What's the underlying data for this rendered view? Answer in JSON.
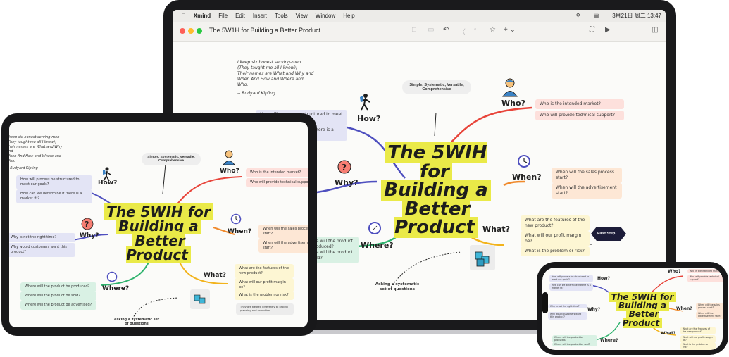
{
  "mac": {
    "menubar": {
      "app_name": "Xmind",
      "menus": [
        "File",
        "Edit",
        "Insert",
        "Tools",
        "View",
        "Window",
        "Help"
      ],
      "datetime": "3月21日 周二 13:47"
    },
    "window_title": "The 5W1H for Building a Better Product",
    "toolbar_add": "+"
  },
  "mindmap": {
    "central_title_lines": [
      "The 5WIH for",
      "Building a",
      "Better Product"
    ],
    "quote": {
      "lines": [
        "I keep six honest serving-men",
        "(They taught me all I knew);",
        "Their names are What and Why and",
        "When And How and Where and Who.",
        "",
        "-- Rudyard Kipling"
      ]
    },
    "floating_label": "Simple, Systematic, Versatile, Comprehensive",
    "systematic_label": "Asking a systematic set of questions",
    "branches": {
      "who": {
        "label": "Who?",
        "items": [
          "Who is the intended market?",
          "Who will provide technical support?"
        ]
      },
      "when": {
        "label": "When?",
        "items": [
          "When will the sales process start?",
          "When will the advertisement start?"
        ]
      },
      "what": {
        "label": "What?",
        "items": [
          "What are the features of the new product?",
          "What will our profit margin be?",
          "What is the problem or risk?"
        ]
      },
      "how": {
        "label": "How?",
        "items": [
          "How will process be structured to meet our goals?",
          "How can we determine if there is a market fit?"
        ]
      },
      "why": {
        "label": "Why?",
        "items": [
          "Why is not the right time?",
          "Why would customers want this product?"
        ]
      },
      "where": {
        "label": "Where?",
        "items": [
          "Where will the product be produced?",
          "Where will the product be sold?",
          "Where will the product be advertised?"
        ]
      }
    },
    "first_step": "First Step",
    "they_note": "They are treated differently to project planning and execution"
  },
  "colors": {
    "red_branch": "#e8443a",
    "orange_branch": "#f08a2c",
    "yellow_branch": "#f2b31c",
    "green_branch": "#2fb36e",
    "blue_branch": "#4e4fbf",
    "highlight": "#eaea48"
  },
  "icons": [
    "apple-icon",
    "hiker-icon",
    "person-headset-icon",
    "clock-icon",
    "question-icon",
    "compass-icon",
    "cube-icon",
    "wifi-icon",
    "search-icon"
  ]
}
